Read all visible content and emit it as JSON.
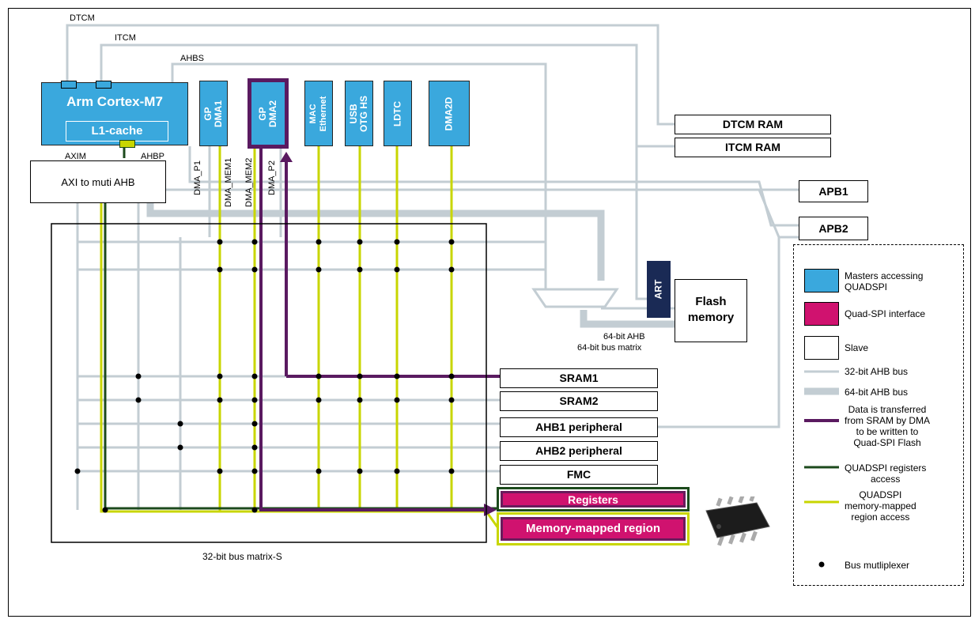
{
  "masters": {
    "cortex": {
      "title": "Arm Cortex-M7",
      "cache": "L1-cache"
    },
    "gp_dma1": "GP\nDMA1",
    "gp_dma2": "GP\nDMA2",
    "mac": "MAC\nEthernet",
    "usb": "USB\nOTG HS",
    "ldtc": "LDTC",
    "dma2d": "DMA2D"
  },
  "axi_bridge": "AXI to muti AHB",
  "port_labels": {
    "dtcm": "DTCM",
    "itcm": "ITCM",
    "ahbs": "AHBS",
    "axim": "AXIM",
    "ahbp": "AHBP",
    "dma_p1": "DMA_P1",
    "dma_mem1": "DMA_MEM1",
    "dma_mem2": "DMA_MEM2",
    "dma_p2": "DMA_P2"
  },
  "slaves": {
    "dtcm_ram": "DTCM RAM",
    "itcm_ram": "ITCM RAM",
    "apb1": "APB1",
    "apb2": "APB2",
    "art": "ART",
    "flash": "Flash\nmemory",
    "sram1": "SRAM1",
    "sram2": "SRAM2",
    "ahb1": "AHB1 peripheral",
    "ahb2": "AHB2 peripheral",
    "fmc": "FMC",
    "registers": "Registers",
    "memory_mapped": "Memory-mapped region"
  },
  "annotations": {
    "ahb64_line1": "64-bit AHB",
    "ahb64_line2": "64-bit bus matrix",
    "matrix_s": "32-bit bus matrix-S"
  },
  "legend": {
    "masters": "Masters accessing\nQUADSPI",
    "qspi_interface": "Quad-SPI interface",
    "slave": "Slave",
    "ahb32": "32-bit AHB bus",
    "ahb64": "64-bit AHB bus",
    "data_transfer": "Data is transferred\nfrom SRAM by DMA\nto be written to\nQuad-SPI Flash",
    "qspi_registers": "QUADSPI registers\naccess",
    "qspi_mm": "QUADSPI\nmemory-mapped\nregion access",
    "mux": "Bus mutliplexer"
  },
  "colors": {
    "master": "#3aa8dd",
    "qspi": "#d0126f",
    "bus32": "#c3cdd3",
    "bus64": "#c3cdd3",
    "dma_path": "#5a1a60",
    "registers_path": "#1c4a1c",
    "memory_mapped_path": "#c8d600",
    "art": "#1a2a55"
  }
}
